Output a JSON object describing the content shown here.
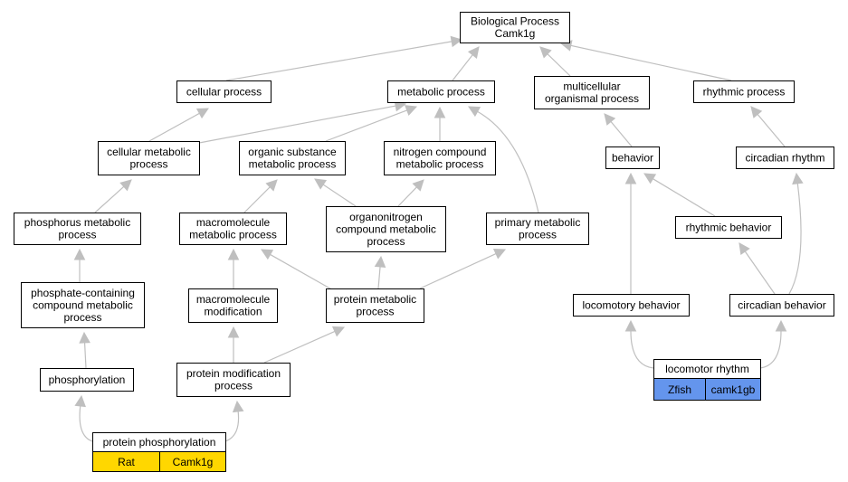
{
  "nodes": {
    "root": [
      "Biological Process",
      "Camk1g"
    ],
    "cellular_process": [
      "cellular process"
    ],
    "metabolic_process": [
      "metabolic process"
    ],
    "multicellular": [
      "multicellular",
      "organismal process"
    ],
    "rhythmic_process": [
      "rhythmic process"
    ],
    "cellular_metabolic": [
      "cellular metabolic",
      "process"
    ],
    "organic_substance": [
      "organic substance",
      "metabolic process"
    ],
    "nitrogen_compound": [
      "nitrogen compound",
      "metabolic process"
    ],
    "behavior": [
      "behavior"
    ],
    "circadian_rhythm": [
      "circadian rhythm"
    ],
    "phosphorus_metabolic": [
      "phosphorus metabolic",
      "process"
    ],
    "macromolecule_metabolic": [
      "macromolecule",
      "metabolic process"
    ],
    "organonitrogen": [
      "organonitrogen",
      "compound metabolic",
      "process"
    ],
    "primary_metabolic": [
      "primary metabolic",
      "process"
    ],
    "rhythmic_behavior": [
      "rhythmic behavior"
    ],
    "phosphate_containing": [
      "phosphate-containing",
      "compound metabolic",
      "process"
    ],
    "macromolecule_modification": [
      "macromolecule",
      "modification"
    ],
    "protein_metabolic": [
      "protein metabolic",
      "process"
    ],
    "locomotory_behavior": [
      "locomotory behavior"
    ],
    "circadian_behavior": [
      "circadian behavior"
    ],
    "phosphorylation": [
      "phosphorylation"
    ],
    "protein_modification": [
      "protein modification",
      "process"
    ],
    "locomotor_rhythm": [
      "locomotor rhythm"
    ],
    "protein_phosphorylation": [
      "protein phosphorylation"
    ]
  },
  "annotations": {
    "protein_phosphorylation": {
      "species": "Rat",
      "gene": "Camk1g",
      "color": "#ffd700"
    },
    "locomotor_rhythm": {
      "species": "Zfish",
      "gene": "camk1gb",
      "color": "#6495ed"
    }
  },
  "colors": {
    "edge": "#bfbfbf",
    "node_border": "#000000",
    "node_fill": "#ffffff"
  }
}
